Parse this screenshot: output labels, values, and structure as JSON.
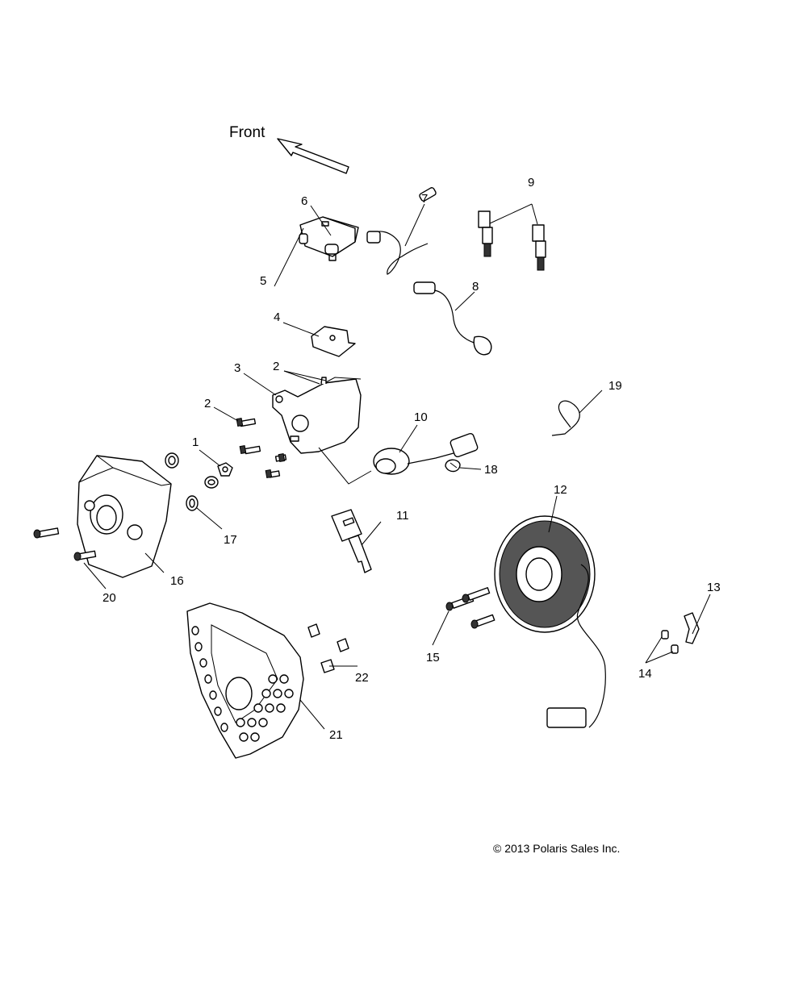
{
  "diagram": {
    "front_label": "Front",
    "copyright": "© 2013 Polaris Sales Inc.",
    "callouts": [
      "1",
      "2",
      "2",
      "3",
      "4",
      "5",
      "6",
      "7",
      "8",
      "9",
      "10",
      "11",
      "12",
      "13",
      "14",
      "15",
      "16",
      "17",
      "18",
      "19",
      "20",
      "21",
      "22"
    ]
  }
}
